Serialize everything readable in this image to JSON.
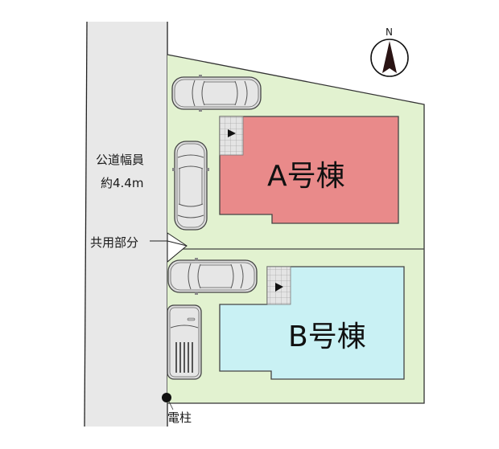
{
  "road": {
    "label_line1": "公道幅員",
    "label_line2": "約4.4m",
    "color": "#e8e8e8"
  },
  "lot": {
    "color": "#e2f2d0",
    "outline_color": "#333333"
  },
  "shared_area": {
    "label": "共用部分"
  },
  "buildings": [
    {
      "id": "A",
      "label": "A号棟",
      "color": "#e98a8a",
      "entrance_icon": "play-triangle-icon"
    },
    {
      "id": "B",
      "label": "B号棟",
      "color": "#c9f1f4",
      "entrance_icon": "play-triangle-icon"
    }
  ],
  "cars": [
    {
      "position": "A lot top",
      "orientation": "horizontal",
      "type": "sedan"
    },
    {
      "position": "A lot left",
      "orientation": "vertical",
      "type": "sedan"
    },
    {
      "position": "B lot top",
      "orientation": "horizontal",
      "type": "sedan"
    },
    {
      "position": "B lot left",
      "orientation": "vertical",
      "type": "minivan"
    }
  ],
  "utility_pole": {
    "label": "電柱"
  },
  "compass": {
    "label": "N",
    "icon": "north-arrow-icon"
  }
}
